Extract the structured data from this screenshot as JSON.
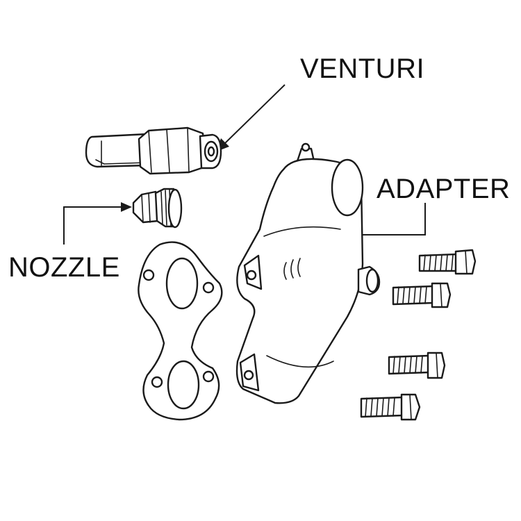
{
  "labels": {
    "venturi": "VENTURI",
    "adapter": "ADAPTER",
    "nozzle": "NOZZLE"
  },
  "colors": {
    "line": "#1a1a1a",
    "background": "#ffffff"
  }
}
